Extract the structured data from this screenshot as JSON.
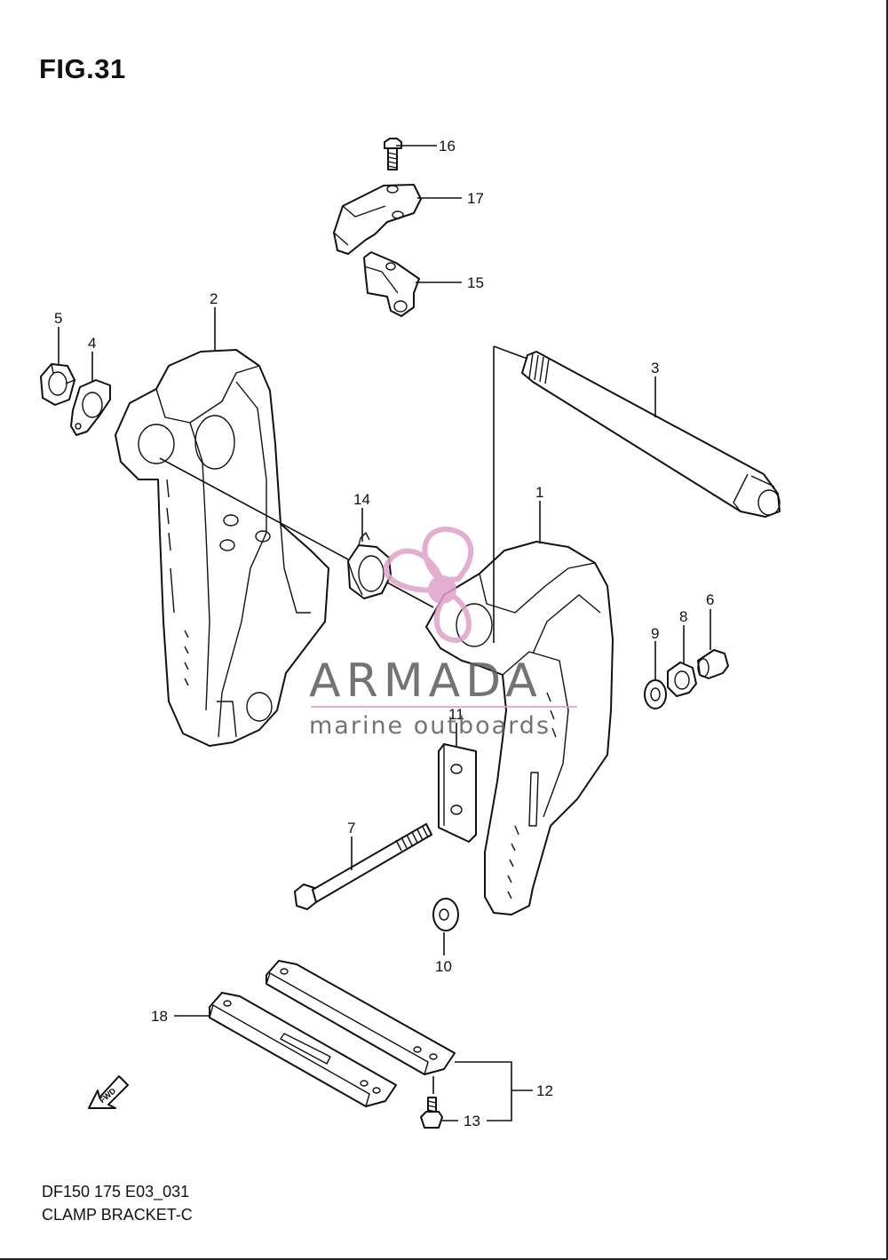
{
  "figure": {
    "title": "FIG.31"
  },
  "footer": {
    "code": "DF150 175 E03_031",
    "name": "CLAMP BRACKET-C"
  },
  "watermark": {
    "brand": "ARMADA",
    "tagline": "marine outboards",
    "accent_color": "#e0a0c8"
  },
  "fwd_arrow": {
    "label": "FWD"
  },
  "callouts": [
    "1",
    "2",
    "3",
    "4",
    "5",
    "6",
    "7",
    "8",
    "9",
    "10",
    "11",
    "12",
    "13",
    "14",
    "15",
    "16",
    "17",
    "18"
  ],
  "colors": {
    "line": "#111111",
    "background": "#ffffff"
  }
}
